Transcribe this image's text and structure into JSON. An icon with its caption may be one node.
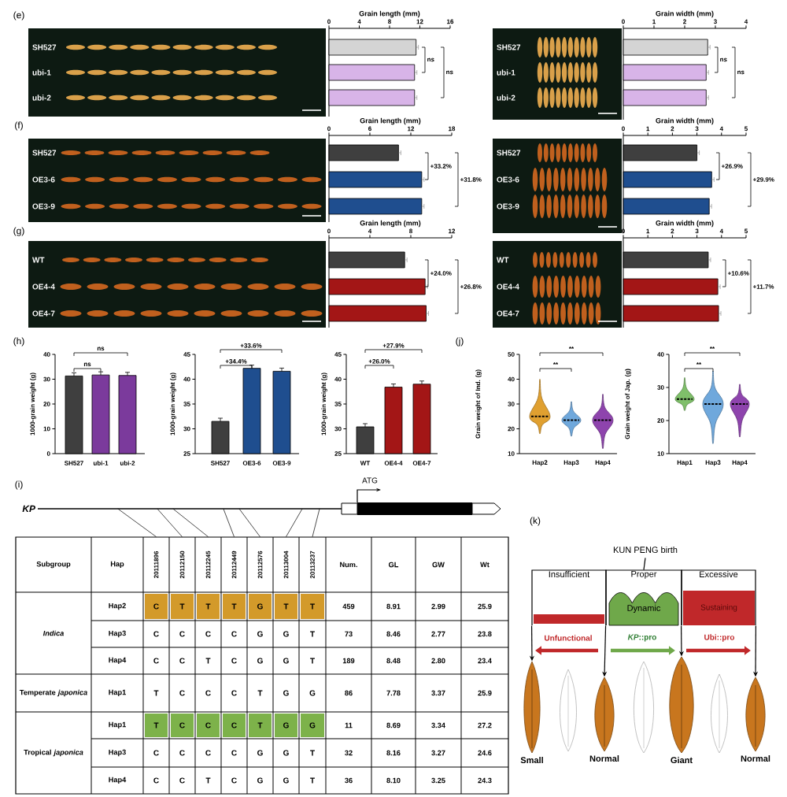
{
  "diagram": {
    "nodes": [
      {
        "text": [
          "KUN PENG birth"
        ]
      },
      {
        "text": [
          "Insufficient"
        ]
      },
      {
        "text": [
          "Proper"
        ]
      },
      {
        "text": [
          "Excessive"
        ]
      },
      {
        "text": [
          "Dynamic"
        ],
        "in": 2
      },
      {
        "text": [
          "Sustaining"
        ],
        "in": 3
      },
      {
        "text": [],
        "shape": "picture",
        "beside": [
          "Small"
        ]
      },
      {
        "text": [],
        "shape": "picture",
        "beside": [
          "Normal"
        ]
      },
      {
        "text": [],
        "shape": "picture",
        "beside": [
          "Giant"
        ]
      },
      {
        "text": [],
        "shape": "picture",
        "beside": [
          "Normal"
        ]
      },
      {
        "text": [],
        "shape": "picture",
        "beside": [
          "KP",
          "ATG"
        ]
      },
      {
        "text": [
          "20111896"
        ]
      },
      {
        "text": [
          "20112150"
        ]
      },
      {
        "text": [
          "20112245"
        ]
      },
      {
        "text": [
          "20112449"
        ]
      },
      {
        "text": [
          "20112576"
        ]
      },
      {
        "text": [
          "20113004"
        ]
      },
      {
        "text": [
          "20113237"
        ]
      }
    ],
    "edges": [
      {
        "from": 0,
        "to": 2,
        "arrow": "none"
      },
      {
        "from": 1,
        "to": 6,
        "arrow": "to"
      },
      {
        "from": 2,
        "to": 7,
        "arrow": "to"
      },
      {
        "from": 3,
        "to": 8,
        "arrow": "to"
      },
      {
        "from": 3,
        "to": 9,
        "arrow": "to"
      },
      {
        "from": 10,
        "to": 11,
        "arrow": "none"
      },
      {
        "from": 10,
        "to": 12,
        "arrow": "none"
      },
      {
        "from": 10,
        "to": 13,
        "arrow": "none"
      },
      {
        "from": 10,
        "to": 14,
        "arrow": "none"
      },
      {
        "from": 10,
        "to": 15,
        "arrow": "none"
      },
      {
        "from": 10,
        "to": 16,
        "arrow": "none"
      },
      {
        "from": 10,
        "to": 17,
        "arrow": "none"
      }
    ],
    "labels": [
      "(e)",
      "SH527",
      "ubi-1",
      "ubi-2",
      "Grain length (mm)",
      "0",
      "4",
      "8",
      "12",
      "16",
      "ns",
      "ns",
      "SH527",
      "ubi-1",
      "ubi-2",
      "Grain width (mm)",
      "0",
      "1",
      "2",
      "3",
      "4",
      "ns",
      "ns",
      "(f)",
      "SH527",
      "OE3-6",
      "OE3-9",
      "Grain length (mm)",
      "0",
      "6",
      "12",
      "18",
      "+33.2%",
      "+31.8%",
      "SH527",
      "OE3-6",
      "OE3-9",
      "Grain width (mm)",
      "0",
      "1",
      "2",
      "3",
      "4",
      "5",
      "+26.9%",
      "+29.9%",
      "(g)",
      "WT",
      "OE4-4",
      "OE4-7",
      "Grain length (mm)",
      "0",
      "4",
      "8",
      "12",
      "+24.0%",
      "+26.8%",
      "WT",
      "OE4-4",
      "OE4-7",
      "Grain width (mm)",
      "0",
      "1",
      "2",
      "3",
      "4",
      "5",
      "+10.6%",
      "+11.7%",
      "(h)",
      "1000-grain weight (g)",
      "40",
      "30",
      "20",
      "10",
      "0",
      "ns",
      "ns",
      "SH527",
      "ubi-1",
      "ubi-2",
      "1000-grain weight (g)",
      "45",
      "40",
      "35",
      "30",
      "25",
      "+33.6%",
      "+34.4%",
      "SH527",
      "OE3-6",
      "OE3-9",
      "1000-grain weight (g)",
      "45",
      "40",
      "35",
      "30",
      "25",
      "+27.9%",
      "+26.0%",
      "WT",
      "OE4-4",
      "OE4-7",
      "(j)",
      "Grain weight of Ind. (g)",
      "50",
      "40",
      "30",
      "20",
      "10",
      "**",
      "**",
      "Hap2",
      "Hap3",
      "Hap4",
      "Grain weight of Jap. (g)",
      "40",
      "30",
      "20",
      "10",
      "**",
      "**",
      "Hap1",
      "Hap3",
      "Hap4",
      "(i)",
      "Subgroup",
      "Hap",
      "Num.",
      "GL",
      "GW",
      "Wt",
      "Indica",
      "Hap2",
      "C",
      "T",
      "T",
      "T",
      "G",
      "T",
      "T",
      "459",
      "8.91",
      "2.99",
      "25.9",
      "Hap3",
      "C",
      "C",
      "C",
      "C",
      "G",
      "G",
      "T",
      "73",
      "8.46",
      "2.77",
      "23.8",
      "Hap4",
      "C",
      "C",
      "T",
      "C",
      "G",
      "G",
      "T",
      "189",
      "8.48",
      "2.80",
      "23.4",
      "Temperate *japonica*",
      "Hap1",
      "T",
      "C",
      "C",
      "C",
      "T",
      "G",
      "G",
      "86",
      "7.78",
      "3.37",
      "25.9",
      "Tropical *japonica*",
      "Hap1",
      "T",
      "C",
      "C",
      "C",
      "T",
      "G",
      "G",
      "11",
      "8.69",
      "3.34",
      "27.2",
      "Hap3",
      "C",
      "C",
      "C",
      "C",
      "G",
      "G",
      "T",
      "32",
      "8.16",
      "3.27",
      "24.6",
      "Hap4",
      "C",
      "C",
      "T",
      "C",
      "G",
      "G",
      "T",
      "36",
      "8.10",
      "3.25",
      "24.3",
      "(k)",
      "Unfunctional",
      "*KP*::pro",
      "Ubi::pro"
    ]
  }
}
